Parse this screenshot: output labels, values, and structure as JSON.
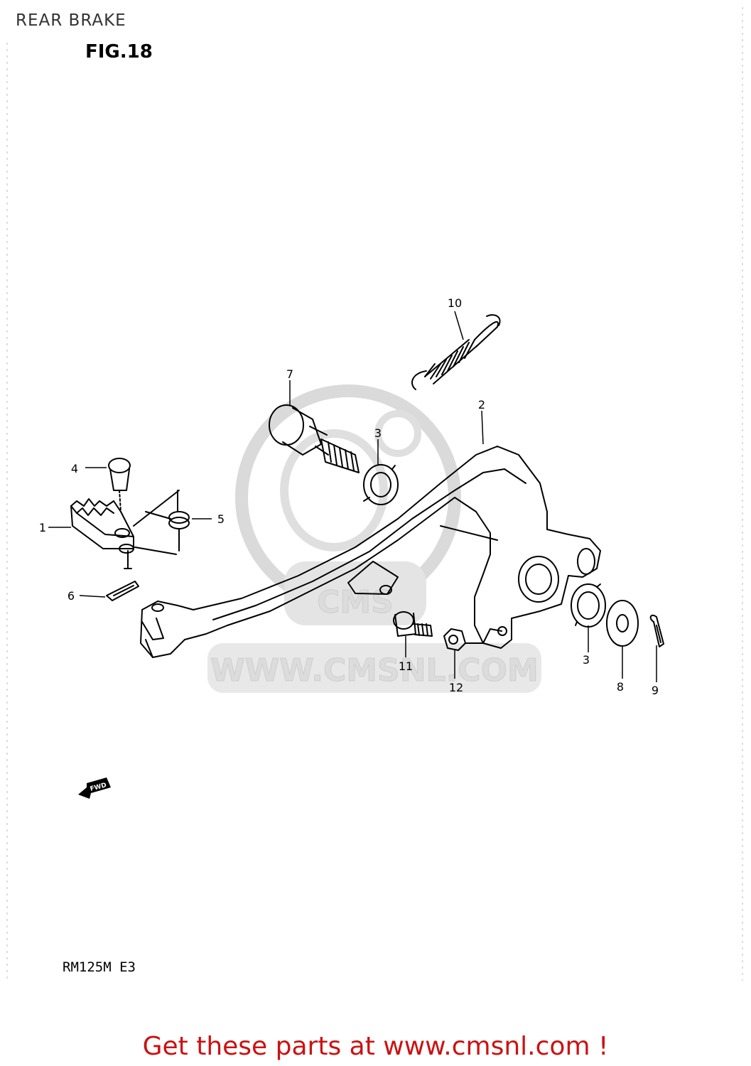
{
  "header": {
    "title": "REAR BRAKE"
  },
  "figure": {
    "label": "FIG.18"
  },
  "model": {
    "code": "RM125M E3"
  },
  "callouts": {
    "c1": "1",
    "c2": "2",
    "c3a": "3",
    "c3b": "3",
    "c4": "4",
    "c5": "5",
    "c6": "6",
    "c7": "7",
    "c8": "8",
    "c9": "9",
    "c10": "10",
    "c11": "11",
    "c12": "12"
  },
  "watermark": {
    "text": "WWW.CMSNL.COM",
    "logo": "CMS"
  },
  "direction_badge": {
    "text": "FWD"
  },
  "footer": {
    "link_text": "Get these parts at www.cmsnl.com !"
  },
  "colors": {
    "footer_link": "#cc1111",
    "watermark": "#d9d9d9",
    "line": "#000000"
  }
}
